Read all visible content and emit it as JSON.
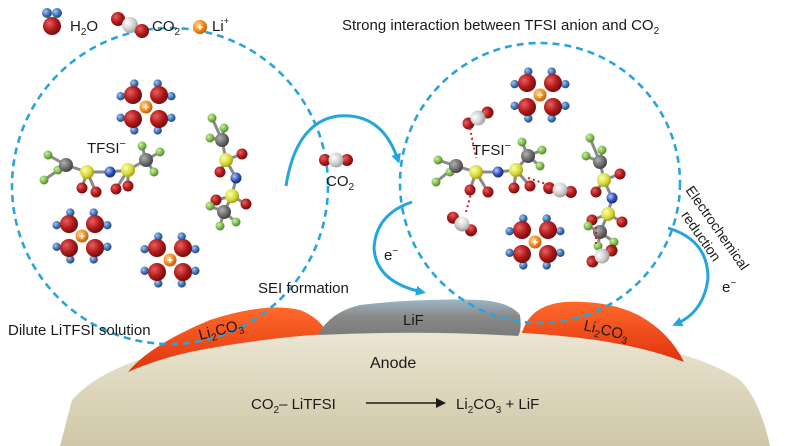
{
  "legend": {
    "h2o_base": "H",
    "h2o_sub": "2",
    "h2o_tail": "O",
    "co2_base": "CO",
    "co2_sub": "2",
    "li_base": "Li",
    "li_sup": "+"
  },
  "headline": {
    "text": "Strong interaction between TFSI anion and CO",
    "sub": "2"
  },
  "left_circle": {
    "tfsi_label": "TFSI",
    "tfsi_sup": "−"
  },
  "right_circle": {
    "tfsi_label": "TFSI",
    "tfsi_sup": "−"
  },
  "arrow_mid": {
    "co2_base": "CO",
    "co2_sub": "2"
  },
  "electron_left": {
    "base": "e",
    "sup": "−"
  },
  "electron_right": {
    "base": "e",
    "sup": "−"
  },
  "electrochem": {
    "line1": "Electrochemical",
    "line2": "reduction"
  },
  "sei_label": "SEI formation",
  "solution_label": "Dilute LiTFSI solution",
  "lif_label": "LiF",
  "li2co3_left": {
    "a": "Li",
    "b": "2",
    "c": "CO",
    "d": "3"
  },
  "li2co3_right": {
    "a": "Li",
    "b": "2",
    "c": "CO",
    "d": "3"
  },
  "anode_label": "Anode",
  "reaction": {
    "r1": "CO",
    "r1sub": "2",
    "r2": "– LiTFSI",
    "p1": "Li",
    "p1sub": "2",
    "p2": "CO",
    "p2sub": "3",
    "p3": " + LiF"
  },
  "colors": {
    "circle_stroke": "#2aa4d8",
    "arrow": "#22a6dc",
    "oxygen_red": "#b21b1b",
    "hydrogen_blue": "#3a6fb5",
    "lithium_orange": "#f28a1e",
    "co2_grey": "#c8c8c8",
    "sulfur_yellow": "#d8dc3a",
    "fluorine_green": "#7ab84a",
    "anode_fill": "#e3ddc8",
    "li2co3_fill": "#f2461a",
    "lif_fill": "#8a8a8a"
  }
}
